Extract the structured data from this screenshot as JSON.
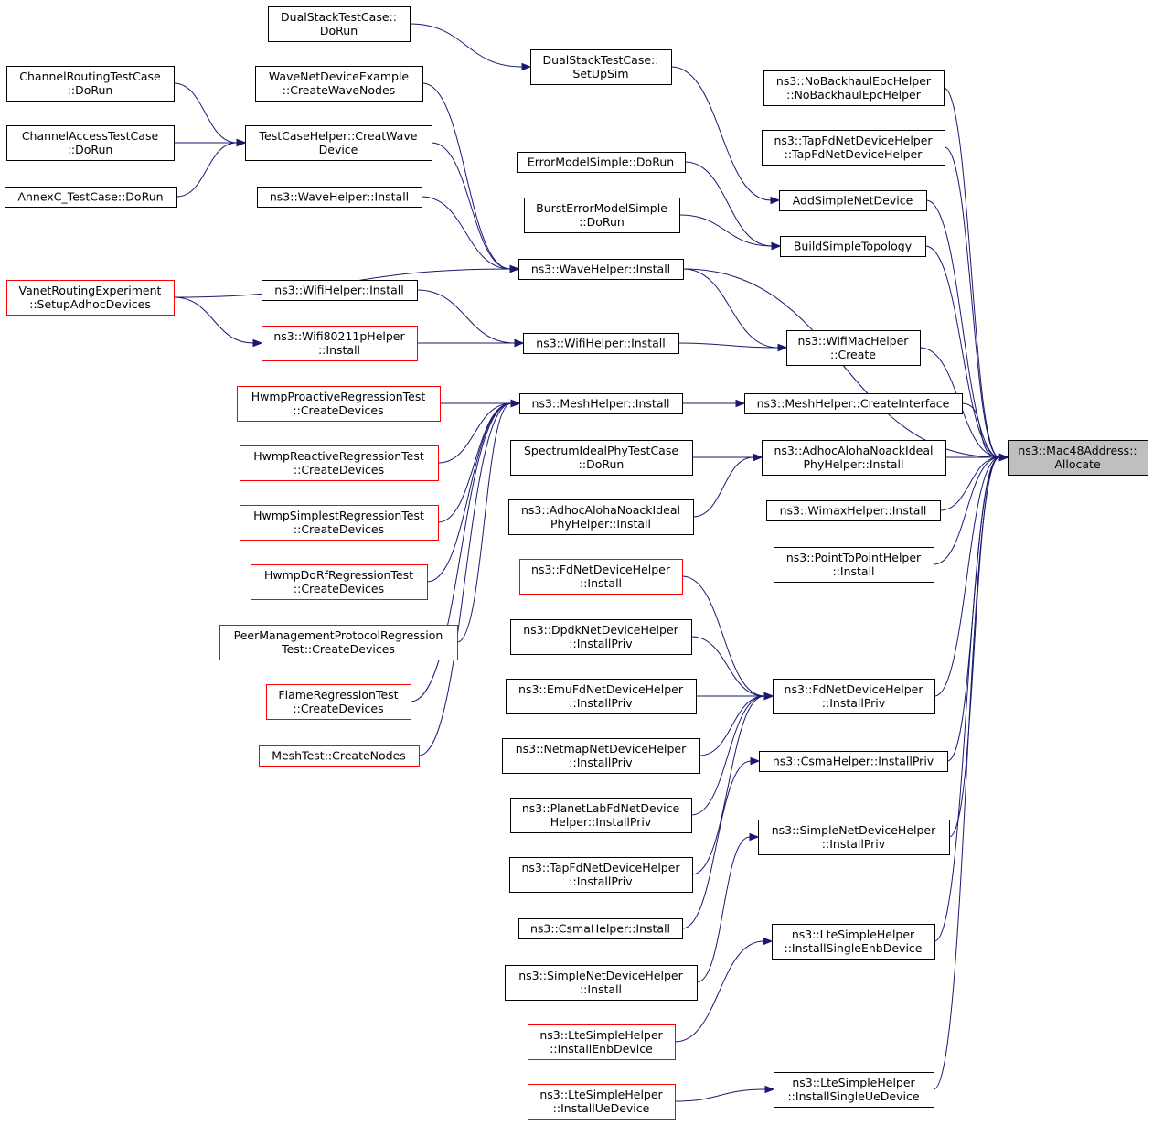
{
  "colors": {
    "edge": "#191970",
    "node_border": "#000000",
    "node_border_red": "#ff0000",
    "root_fill": "#bfbfbf"
  },
  "nodes": [
    {
      "id": "root",
      "lines": [
        "ns3::Mac48Address::",
        "Allocate"
      ],
      "style": "root"
    },
    {
      "id": "nobackhaul",
      "lines": [
        "ns3::NoBackhaulEpcHelper",
        "::NoBackhaulEpcHelper"
      ],
      "style": "black"
    },
    {
      "id": "tapfdhelper_ctor",
      "lines": [
        "ns3::TapFdNetDeviceHelper",
        "::TapFdNetDeviceHelper"
      ],
      "style": "black"
    },
    {
      "id": "addsimple",
      "lines": [
        "AddSimpleNetDevice"
      ],
      "style": "black"
    },
    {
      "id": "buildsimple",
      "lines": [
        "BuildSimpleTopology"
      ],
      "style": "black"
    },
    {
      "id": "wifimac_create",
      "lines": [
        "ns3::WifiMacHelper",
        "::Create"
      ],
      "style": "black"
    },
    {
      "id": "mesh_createif",
      "lines": [
        "ns3::MeshHelper::CreateInterface"
      ],
      "style": "black"
    },
    {
      "id": "adhoc_install_mid",
      "lines": [
        "ns3::AdhocAlohaNoackIdeal",
        "PhyHelper::Install"
      ],
      "style": "black"
    },
    {
      "id": "wimax_install",
      "lines": [
        "ns3::WimaxHelper::Install"
      ],
      "style": "black"
    },
    {
      "id": "p2p_install",
      "lines": [
        "ns3::PointToPointHelper",
        "::Install"
      ],
      "style": "black"
    },
    {
      "id": "fdnet_installpriv",
      "lines": [
        "ns3::FdNetDeviceHelper",
        "::InstallPriv"
      ],
      "style": "black"
    },
    {
      "id": "csma_installpriv",
      "lines": [
        "ns3::CsmaHelper::InstallPriv"
      ],
      "style": "black"
    },
    {
      "id": "simplenet_installpriv",
      "lines": [
        "ns3::SimpleNetDeviceHelper",
        "::InstallPriv"
      ],
      "style": "black"
    },
    {
      "id": "lte_singleenb",
      "lines": [
        "ns3::LteSimpleHelper",
        "::InstallSingleEnbDevice"
      ],
      "style": "black"
    },
    {
      "id": "lte_singleue",
      "lines": [
        "ns3::LteSimpleHelper",
        "::InstallSingleUeDevice"
      ],
      "style": "black"
    },
    {
      "id": "dualstack_setup",
      "lines": [
        "DualStackTestCase::",
        "SetUpSim"
      ],
      "style": "black"
    },
    {
      "id": "errmodel",
      "lines": [
        "ErrorModelSimple::DoRun"
      ],
      "style": "black"
    },
    {
      "id": "bursterr",
      "lines": [
        "BurstErrorModelSimple",
        "::DoRun"
      ],
      "style": "black"
    },
    {
      "id": "wave_install_mid",
      "lines": [
        "ns3::WaveHelper::Install"
      ],
      "style": "black"
    },
    {
      "id": "wifi_install_mid",
      "lines": [
        "ns3::WifiHelper::Install"
      ],
      "style": "black"
    },
    {
      "id": "mesh_install",
      "lines": [
        "ns3::MeshHelper::Install"
      ],
      "style": "black"
    },
    {
      "id": "spectrum_dorun",
      "lines": [
        "SpectrumIdealPhyTestCase",
        "::DoRun"
      ],
      "style": "black"
    },
    {
      "id": "adhoc_install_left",
      "lines": [
        "ns3::AdhocAlohaNoackIdeal",
        "PhyHelper::Install"
      ],
      "style": "black"
    },
    {
      "id": "fdnet_install",
      "lines": [
        "ns3::FdNetDeviceHelper",
        "::Install"
      ],
      "style": "red"
    },
    {
      "id": "dpdk",
      "lines": [
        "ns3::DpdkNetDeviceHelper",
        "::InstallPriv"
      ],
      "style": "black"
    },
    {
      "id": "emufd",
      "lines": [
        "ns3::EmuFdNetDeviceHelper",
        "::InstallPriv"
      ],
      "style": "black"
    },
    {
      "id": "netmap",
      "lines": [
        "ns3::NetmapNetDeviceHelper",
        "::InstallPriv"
      ],
      "style": "black"
    },
    {
      "id": "planetlab",
      "lines": [
        "ns3::PlanetLabFdNetDevice",
        "Helper::InstallPriv"
      ],
      "style": "black"
    },
    {
      "id": "tapfd_installpriv",
      "lines": [
        "ns3::TapFdNetDeviceHelper",
        "::InstallPriv"
      ],
      "style": "black"
    },
    {
      "id": "csma_install",
      "lines": [
        "ns3::CsmaHelper::Install"
      ],
      "style": "black"
    },
    {
      "id": "simplenet_install",
      "lines": [
        "ns3::SimpleNetDeviceHelper",
        "::Install"
      ],
      "style": "black"
    },
    {
      "id": "lte_enb",
      "lines": [
        "ns3::LteSimpleHelper",
        "::InstallEnbDevice"
      ],
      "style": "red"
    },
    {
      "id": "lte_ue",
      "lines": [
        "ns3::LteSimpleHelper",
        "::InstallUeDevice"
      ],
      "style": "red"
    },
    {
      "id": "dualstack_dorun",
      "lines": [
        "DualStackTestCase::",
        "DoRun"
      ],
      "style": "black"
    },
    {
      "id": "wavenet_example",
      "lines": [
        "WaveNetDeviceExample",
        "::CreateWaveNodes"
      ],
      "style": "black"
    },
    {
      "id": "tch_creatwave",
      "lines": [
        "TestCaseHelper::CreatWave",
        "Device"
      ],
      "style": "black"
    },
    {
      "id": "wave_install_left",
      "lines": [
        "ns3::WaveHelper::Install"
      ],
      "style": "black"
    },
    {
      "id": "wifi_install_left",
      "lines": [
        "ns3::WifiHelper::Install"
      ],
      "style": "black"
    },
    {
      "id": "wifi80211p",
      "lines": [
        "ns3::Wifi80211pHelper",
        "::Install"
      ],
      "style": "red"
    },
    {
      "id": "chan_routing",
      "lines": [
        "ChannelRoutingTestCase",
        "::DoRun"
      ],
      "style": "black"
    },
    {
      "id": "chan_access",
      "lines": [
        "ChannelAccessTestCase",
        "::DoRun"
      ],
      "style": "black"
    },
    {
      "id": "annexc",
      "lines": [
        "AnnexC_TestCase::DoRun"
      ],
      "style": "black"
    },
    {
      "id": "vanet",
      "lines": [
        "VanetRoutingExperiment",
        "::SetupAdhocDevices"
      ],
      "style": "red"
    },
    {
      "id": "hwmp_proactive",
      "lines": [
        "HwmpProactiveRegressionTest",
        "::CreateDevices"
      ],
      "style": "red"
    },
    {
      "id": "hwmp_reactive",
      "lines": [
        "HwmpReactiveRegressionTest",
        "::CreateDevices"
      ],
      "style": "red"
    },
    {
      "id": "hwmp_simplest",
      "lines": [
        "HwmpSimplestRegressionTest",
        "::CreateDevices"
      ],
      "style": "red"
    },
    {
      "id": "hwmp_dorf",
      "lines": [
        "HwmpDoRfRegressionTest",
        "::CreateDevices"
      ],
      "style": "red"
    },
    {
      "id": "peer_mgmt",
      "lines": [
        "PeerManagementProtocolRegression",
        "Test::CreateDevices"
      ],
      "style": "red"
    },
    {
      "id": "flame",
      "lines": [
        "FlameRegressionTest",
        "::CreateDevices"
      ],
      "style": "red"
    },
    {
      "id": "meshtest",
      "lines": [
        "MeshTest::CreateNodes"
      ],
      "style": "red"
    }
  ],
  "edges": [
    {
      "from": "nobackhaul",
      "to": "root"
    },
    {
      "from": "tapfdhelper_ctor",
      "to": "root"
    },
    {
      "from": "addsimple",
      "to": "root"
    },
    {
      "from": "buildsimple",
      "to": "root"
    },
    {
      "from": "wave_install_mid",
      "to": "root"
    },
    {
      "from": "wifimac_create",
      "to": "root"
    },
    {
      "from": "mesh_createif",
      "to": "root"
    },
    {
      "from": "adhoc_install_mid",
      "to": "root"
    },
    {
      "from": "wimax_install",
      "to": "root"
    },
    {
      "from": "p2p_install",
      "to": "root"
    },
    {
      "from": "fdnet_installpriv",
      "to": "root"
    },
    {
      "from": "csma_installpriv",
      "to": "root"
    },
    {
      "from": "simplenet_installpriv",
      "to": "root"
    },
    {
      "from": "lte_singleenb",
      "to": "root"
    },
    {
      "from": "lte_singleue",
      "to": "root"
    },
    {
      "from": "dualstack_setup",
      "to": "addsimple"
    },
    {
      "from": "errmodel",
      "to": "buildsimple"
    },
    {
      "from": "bursterr",
      "to": "buildsimple"
    },
    {
      "from": "wave_install_mid",
      "to": "wifimac_create"
    },
    {
      "from": "wifi_install_mid",
      "to": "wifimac_create"
    },
    {
      "from": "mesh_install",
      "to": "mesh_createif"
    },
    {
      "from": "spectrum_dorun",
      "to": "adhoc_install_mid"
    },
    {
      "from": "adhoc_install_left",
      "to": "adhoc_install_mid"
    },
    {
      "from": "fdnet_install",
      "to": "fdnet_installpriv"
    },
    {
      "from": "dpdk",
      "to": "fdnet_installpriv"
    },
    {
      "from": "emufd",
      "to": "fdnet_installpriv"
    },
    {
      "from": "netmap",
      "to": "fdnet_installpriv"
    },
    {
      "from": "planetlab",
      "to": "fdnet_installpriv"
    },
    {
      "from": "tapfd_installpriv",
      "to": "fdnet_installpriv"
    },
    {
      "from": "csma_install",
      "to": "csma_installpriv"
    },
    {
      "from": "simplenet_install",
      "to": "simplenet_installpriv"
    },
    {
      "from": "lte_enb",
      "to": "lte_singleenb"
    },
    {
      "from": "lte_ue",
      "to": "lte_singleue"
    },
    {
      "from": "dualstack_dorun",
      "to": "dualstack_setup"
    },
    {
      "from": "wavenet_example",
      "to": "wave_install_mid"
    },
    {
      "from": "tch_creatwave",
      "to": "wave_install_mid"
    },
    {
      "from": "wave_install_left",
      "to": "wave_install_mid"
    },
    {
      "from": "vanet",
      "to": "wave_install_mid"
    },
    {
      "from": "wifi_install_left",
      "to": "wifi_install_mid"
    },
    {
      "from": "wifi80211p",
      "to": "wifi_install_mid"
    },
    {
      "from": "chan_routing",
      "to": "tch_creatwave"
    },
    {
      "from": "chan_access",
      "to": "tch_creatwave"
    },
    {
      "from": "annexc",
      "to": "tch_creatwave"
    },
    {
      "from": "vanet",
      "to": "wifi80211p"
    },
    {
      "from": "hwmp_proactive",
      "to": "mesh_install"
    },
    {
      "from": "hwmp_reactive",
      "to": "mesh_install"
    },
    {
      "from": "hwmp_simplest",
      "to": "mesh_install"
    },
    {
      "from": "hwmp_dorf",
      "to": "mesh_install"
    },
    {
      "from": "peer_mgmt",
      "to": "mesh_install"
    },
    {
      "from": "flame",
      "to": "mesh_install"
    },
    {
      "from": "meshtest",
      "to": "mesh_install"
    }
  ]
}
